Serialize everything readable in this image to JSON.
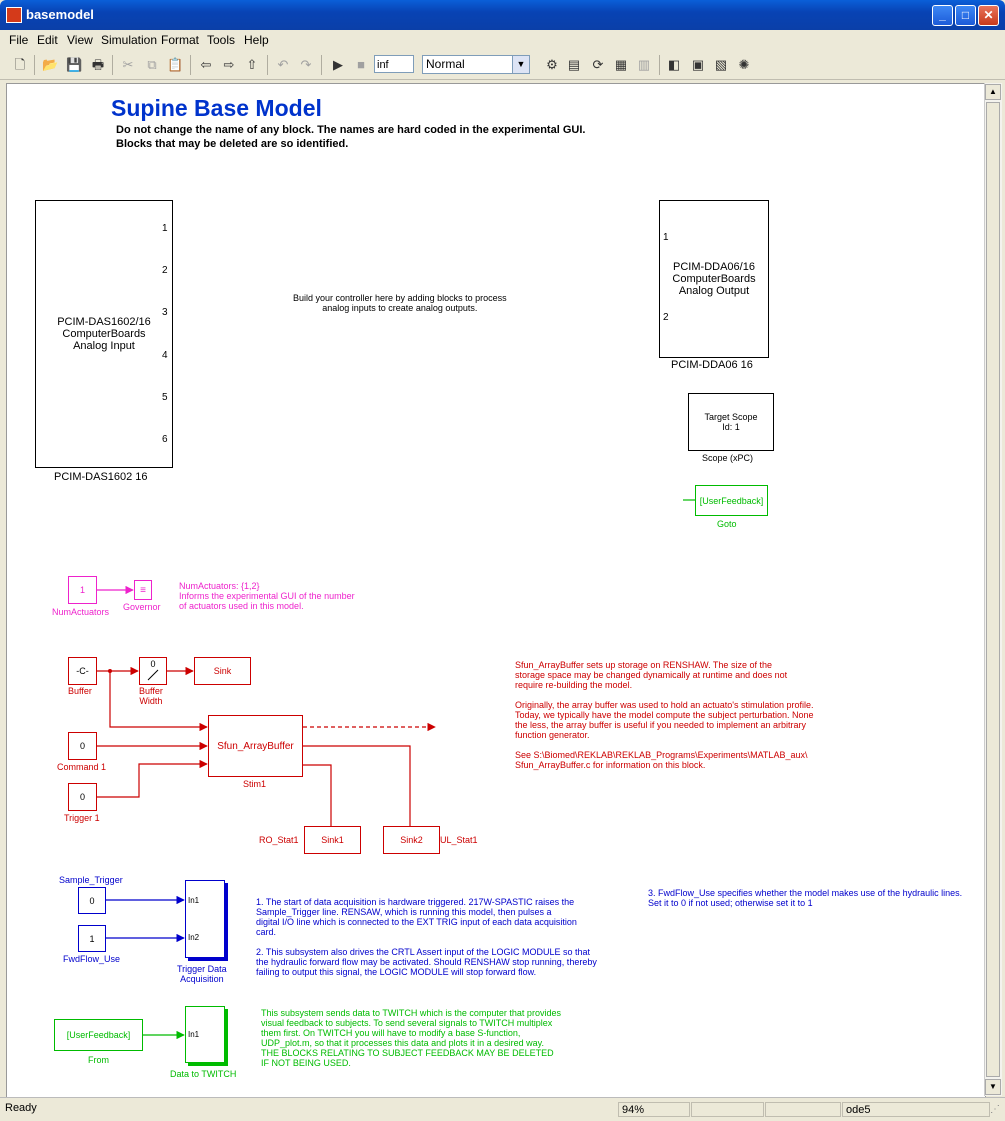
{
  "window": {
    "title": "basemodel",
    "minimize": "_",
    "maximize": "□",
    "close": "✕"
  },
  "menu": [
    "File",
    "Edit",
    "View",
    "Simulation",
    "Format",
    "Tools",
    "Help"
  ],
  "toolbar": {
    "stop_time": "inf",
    "sim_mode": "Normal"
  },
  "canvas": {
    "title": "Supine Base Model",
    "subtitle_1": "Do not change the name of any block. The names are hard coded in the experimental GUI.",
    "subtitle_2": "Blocks that may be deleted are so identified.",
    "controller_note": "Build your controller here by adding blocks to process\nanalog inputs to create analog outputs.",
    "analog_input": {
      "text": "PCIM-DAS1602/16\nComputerBoards\nAnalog Input",
      "name": "PCIM-DAS1602 16",
      "ports": [
        "1",
        "2",
        "3",
        "4",
        "5",
        "6"
      ]
    },
    "analog_output": {
      "text": "PCIM-DDA06/16\nComputerBoards\nAnalog Output",
      "name": "PCIM-DDA06 16",
      "ports": [
        "1",
        "2"
      ]
    },
    "scope": {
      "text": "Target Scope\nId: 1",
      "name": "Scope (xPC)"
    },
    "goto": {
      "text": "[UserFeedback]",
      "name": "Goto"
    },
    "num_actuators": {
      "value": "1",
      "name": "NumActuators",
      "governor": "Governor",
      "note": "NumActuators: {1,2}\nInforms the experimental GUI of the number\nof actuators used in this model."
    },
    "buffer": {
      "value": "-C-",
      "name": "Buffer"
    },
    "buffer_width": {
      "value": "0",
      "name": "Buffer\nWidth"
    },
    "sink": "Sink",
    "command": {
      "value": "0",
      "name": "Command 1"
    },
    "trigger": {
      "value": "0",
      "name": "Trigger 1"
    },
    "sfun": {
      "text": "Sfun_ArrayBuffer",
      "name": "Stim1"
    },
    "sink1": {
      "text": "Sink1",
      "label": "RO_Stat1"
    },
    "sink2": {
      "text": "Sink2",
      "label": "UL_Stat1"
    },
    "sfun_note": "Sfun_ArrayBuffer sets up storage on RENSHAW. The size of the\nstorage space may be changed dynamically at runtime and does not\nrequire re-building the model.\n\nOriginally, the array buffer was used to hold an actuato's stimulation profile.\nToday, we typically have the model compute the subject perturbation. None\nthe less, the array buffer is useful if you needed to implement an arbitrary\nfunction generator.\n\nSee S:\\Biomed\\REKLAB\\REKLAB_Programs\\Experiments\\MATLAB_aux\\\nSfun_ArrayBuffer.c for information on this block.",
    "sample_trigger": {
      "value": "0",
      "name": "Sample_Trigger"
    },
    "fwdflow": {
      "value": "1",
      "name": "FwdFlow_Use"
    },
    "trigger_subsystem": {
      "in1": "In1",
      "in2": "In2",
      "name": "Trigger Data\nAcquisition"
    },
    "trigger_note": "1. The start of data acquisition is hardware triggered. 217W-SPASTIC raises the\nSample_Trigger line. RENSAW, which is running this model, then pulses a\ndigital I/O line which is connected to the EXT TRIG input of each data acquisition\ncard.\n\n2. This subsystem also drives the CRTL Assert input of the LOGIC MODULE so that\nthe hydraulic forward flow may be activated. Should RENSHAW stop running, thereby\nfailing to output this signal, the LOGIC MODULE will stop forward flow.",
    "fwdflow_note": "3. FwdFlow_Use specifies whether the model makes use of the hydraulic lines.\nSet it to 0 if not used; otherwise set it to 1",
    "from": {
      "text": "[UserFeedback]",
      "name": "From"
    },
    "twitch": {
      "in1": "In1",
      "name": "Data to TWITCH"
    },
    "twitch_note": "This subsystem sends data to TWITCH which is the computer that provides\nvisual feedback to subjects. To send several signals to TWITCH multiplex\nthem first. On TWITCH you will have to modify a base S-function,\nUDP_plot.m, so that it processes this data and plots it in a desired way.\nTHE BLOCKS RELATING TO SUBJECT FEEDBACK MAY BE DELETED\nIF NOT BEING USED."
  },
  "status": {
    "ready": "Ready",
    "zoom": "94%",
    "solver": "ode5"
  },
  "colors": {
    "signal_red": "#cc0000",
    "signal_blue": "#0000cc",
    "feedback_green": "#00bb00",
    "gui_magenta": "#ee22cc",
    "title_blue": "#0033cc"
  }
}
